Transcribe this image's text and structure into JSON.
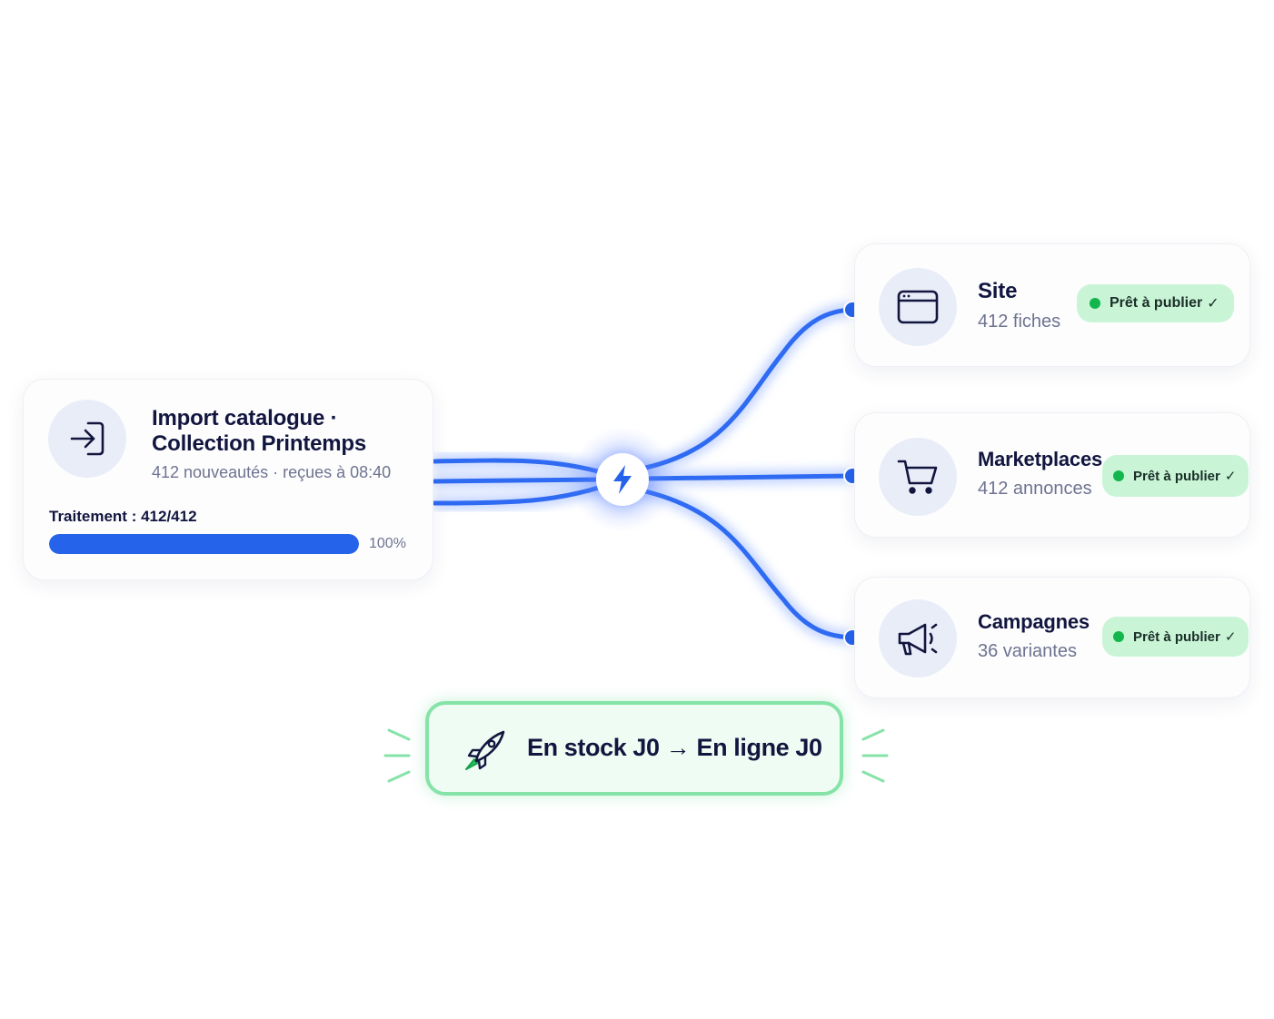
{
  "source": {
    "icon": "sign-in-arrow-icon",
    "title_line1": "Import catalogue ·",
    "title_line2": "Collection Printemps",
    "subtitle": "412 nouveautés · reçues à 08:40",
    "progress_label": "Traitement : 412/412",
    "progress_value": 1.0,
    "progress_text": "100%"
  },
  "hub": {
    "icon": "lightning-bolt-icon"
  },
  "channels": [
    {
      "icon": "browser-window-icon",
      "title": "Site",
      "subtitle": "412 fiches",
      "badge": "Prêt à publier",
      "badge_check": "✓"
    },
    {
      "icon": "shopping-cart-icon",
      "title": "Marketplaces",
      "subtitle": "412 annonces",
      "badge": "Prêt à publier",
      "badge_check": "✓"
    },
    {
      "icon": "megaphone-icon",
      "title": "Campagnes",
      "subtitle": "36 variantes",
      "badge": "Prêt à publier",
      "badge_check": "✓"
    }
  ],
  "banner": {
    "icon": "rocket-icon",
    "text": "En stock J0 → En ligne J0"
  },
  "colors": {
    "accent_blue": "#2563eb",
    "badge_green_bg": "#c9f5d6",
    "status_green": "#13b64c",
    "banner_border": "#86e3a8",
    "banner_bg": "#effcf3",
    "text_dark": "#12163f",
    "text_muted": "#6e7390"
  }
}
